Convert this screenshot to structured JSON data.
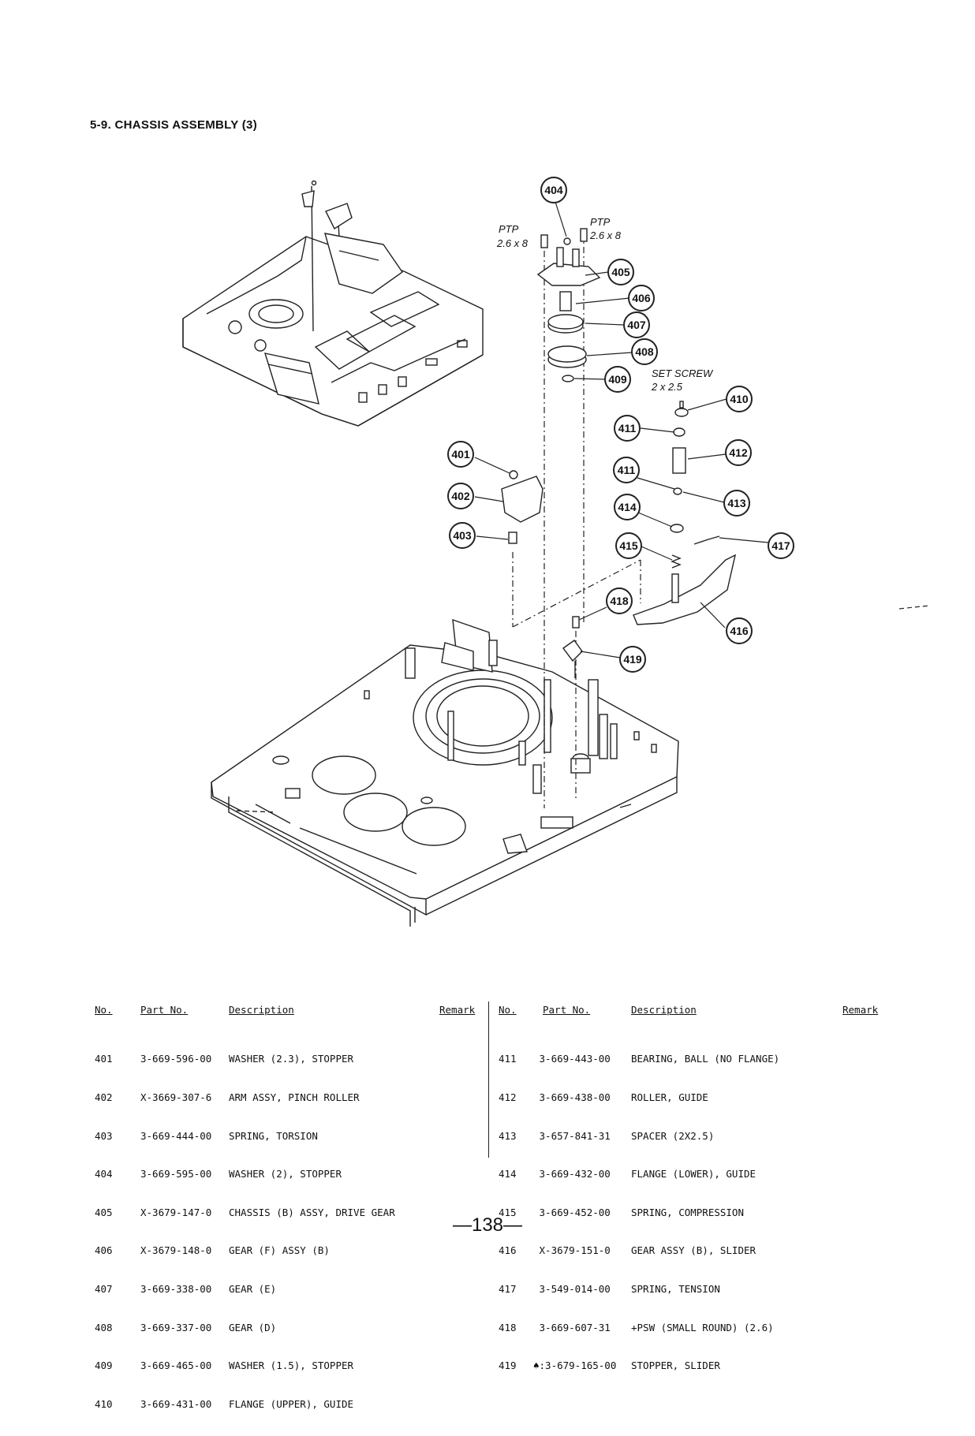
{
  "section_title": "5-9.  CHASSIS ASSEMBLY (3)",
  "notes": {
    "ptp_left": "PTP",
    "ptp_left_size": "2.6 x 8",
    "ptp_right": "PTP",
    "ptp_right_size": "2.6 x 8",
    "set_screw": "SET SCREW",
    "set_screw_size": "2 x 2.5"
  },
  "callouts": [
    "404",
    "405",
    "406",
    "407",
    "408",
    "409",
    "410",
    "411",
    "412",
    "411",
    "413",
    "414",
    "415",
    "417",
    "401",
    "402",
    "403",
    "418",
    "416",
    "419"
  ],
  "table_headers": {
    "no": "No.",
    "part_no": "Part No.",
    "description": "Description",
    "remark": "Remark"
  },
  "parts_left": [
    {
      "no": "401",
      "part": "3-669-596-00",
      "desc": "WASHER (2.3), STOPPER"
    },
    {
      "no": "402",
      "part": "X-3669-307-6",
      "desc": "ARM ASSY, PINCH ROLLER"
    },
    {
      "no": "403",
      "part": "3-669-444-00",
      "desc": "SPRING, TORSION"
    },
    {
      "no": "404",
      "part": "3-669-595-00",
      "desc": "WASHER (2), STOPPER"
    },
    {
      "no": "405",
      "part": "X-3679-147-0",
      "desc": "CHASSIS (B) ASSY, DRIVE GEAR"
    },
    {
      "no": "406",
      "part": "X-3679-148-0",
      "desc": "GEAR (F) ASSY (B)"
    },
    {
      "no": "407",
      "part": "3-669-338-00",
      "desc": "GEAR (E)"
    },
    {
      "no": "408",
      "part": "3-669-337-00",
      "desc": "GEAR (D)"
    },
    {
      "no": "409",
      "part": "3-669-465-00",
      "desc": "WASHER (1.5), STOPPER"
    },
    {
      "no": "410",
      "part": "3-669-431-00",
      "desc": "FLANGE (UPPER), GUIDE"
    }
  ],
  "parts_right": [
    {
      "no": "411",
      "part": " 3-669-443-00",
      "desc": "BEARING, BALL (NO FLANGE)"
    },
    {
      "no": "412",
      "part": " 3-669-438-00",
      "desc": "ROLLER, GUIDE"
    },
    {
      "no": "413",
      "part": " 3-657-841-31",
      "desc": "SPACER (2X2.5)"
    },
    {
      "no": "414",
      "part": " 3-669-432-00",
      "desc": "FLANGE (LOWER), GUIDE"
    },
    {
      "no": "415",
      "part": " 3-669-452-00",
      "desc": "SPRING, COMPRESSION"
    },
    {
      "no": "416",
      "part": " X-3679-151-0",
      "desc": "GEAR ASSY (B), SLIDER"
    },
    {
      "no": "417",
      "part": " 3-549-014-00",
      "desc": "SPRING, TENSION"
    },
    {
      "no": "418",
      "part": " 3-669-607-31",
      "desc": "+PSW (SMALL ROUND) (2.6)"
    },
    {
      "no": "419",
      "part": "♠:3-679-165-00",
      "desc": "STOPPER, SLIDER"
    }
  ],
  "page_number": "—138—"
}
